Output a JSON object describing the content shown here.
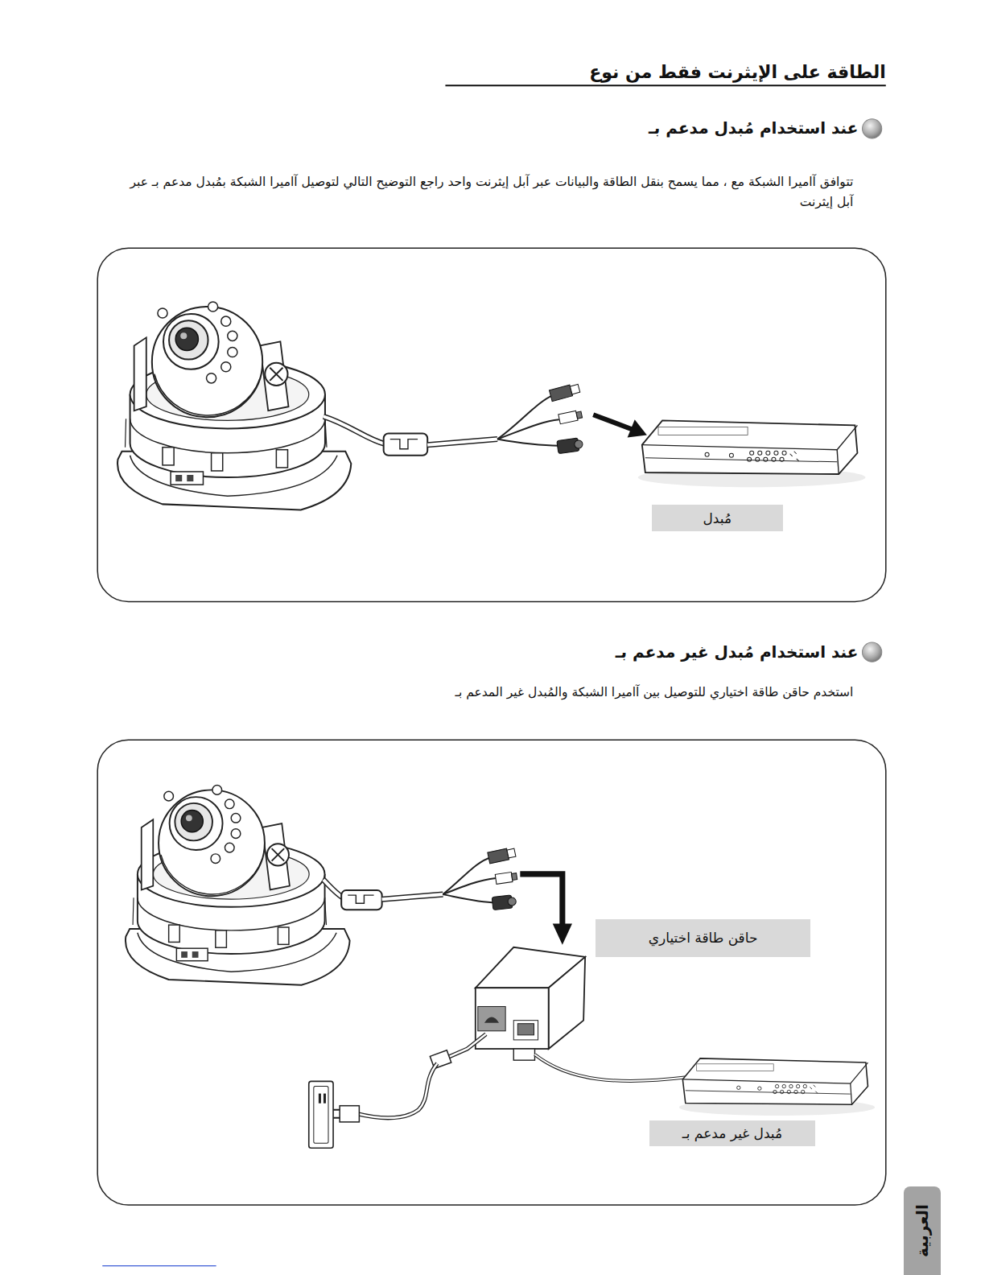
{
  "diagram": {
    "title": "الطاقة على الإيثرنت فقط من نوع",
    "nodes": [
      {
        "text": [
          "مُبدل"
        ]
      },
      {
        "text": [
          "حاقن طاقة اختياري"
        ]
      },
      {
        "text": [
          "مُبدل غير مدعم بـ"
        ]
      },
      {
        "text": [
          "العربية"
        ]
      }
    ],
    "labels": [
      "عند استخدام مُبدل مدعم بـ",
      "تتوافق آاميرا الشبكة مع ، مما يسمح بنقل الطاقة والبيانات عبر آبل إيثرنت واحد راجع التوضيح التالي لتوصيل آاميرا الشبكة بمُبدل مدعم بـ عبر آبل إيثرنت",
      "عند استخدام مُبدل غير مدعم بـ",
      "استخدم حاقن طاقة اختياري للتوصيل بين آاميرا الشبكة والمُبدل غير المدعم بـ"
    ]
  }
}
